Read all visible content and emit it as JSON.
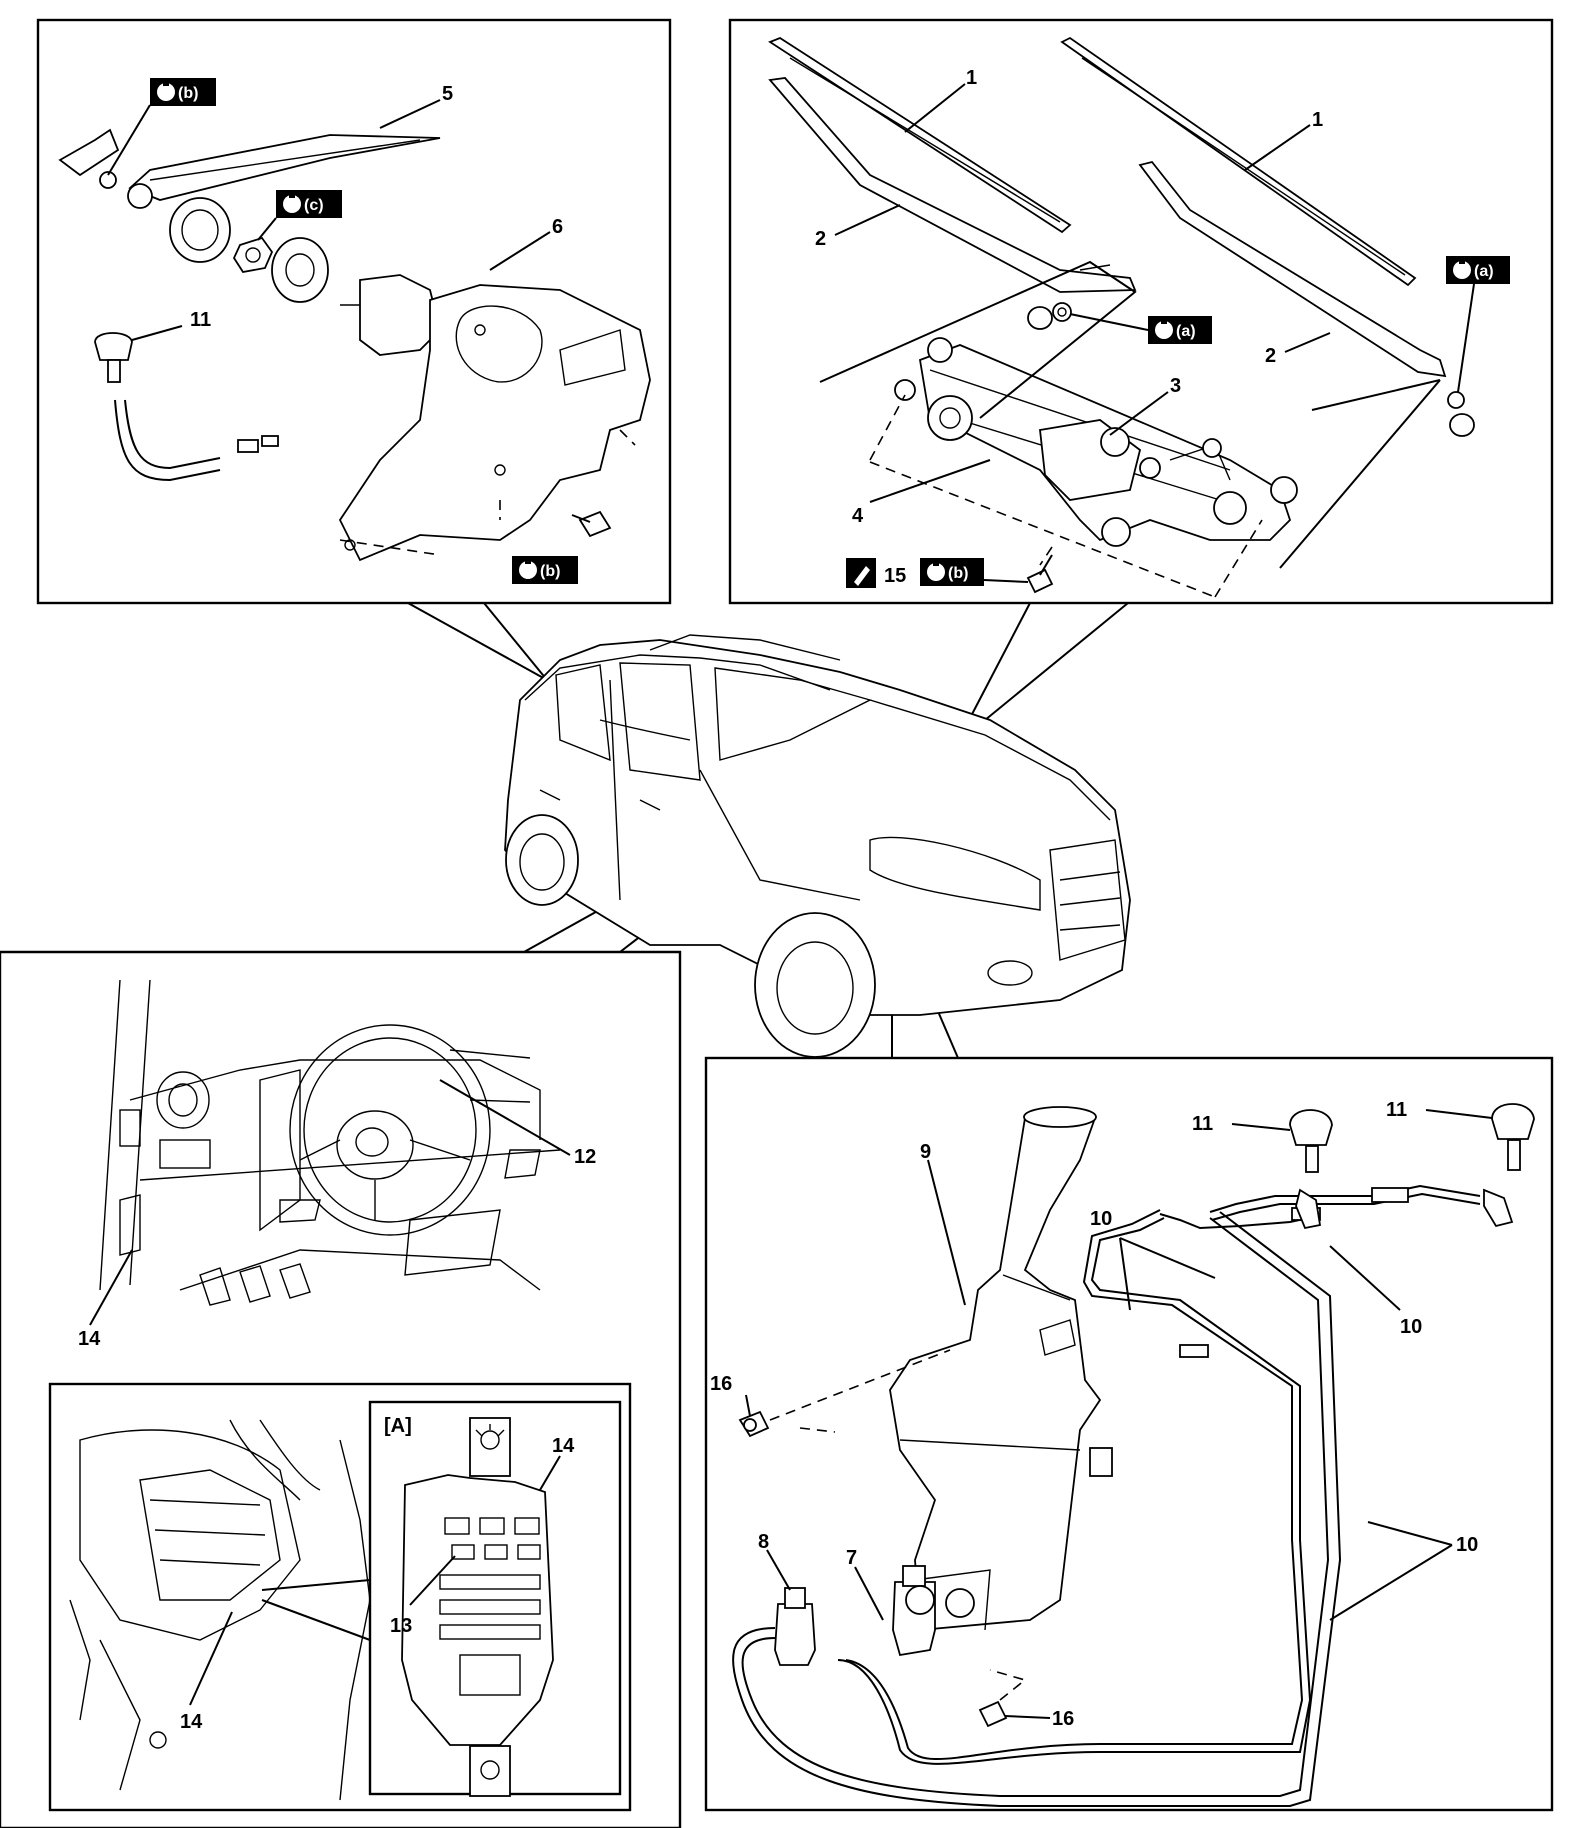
{
  "callouts": {
    "c1": "1",
    "c2": "2",
    "c3": "3",
    "c4": "4",
    "c5": "5",
    "c6": "6",
    "c7": "7",
    "c8": "8",
    "c9": "9",
    "c10": "10",
    "c11": "11",
    "c12": "12",
    "c13": "13",
    "c14": "14",
    "c15": "15",
    "c16": "16"
  },
  "torque_tags": {
    "a": "(a)",
    "b": "(b)",
    "c": "(c)"
  },
  "inset_label": "[A]",
  "icons": {
    "torque": "wrench-torque-icon",
    "sealant": "sealant-tube-icon",
    "lamp": "lamp-icon"
  },
  "colors": {
    "ink": "#000000",
    "paper": "#ffffff"
  }
}
